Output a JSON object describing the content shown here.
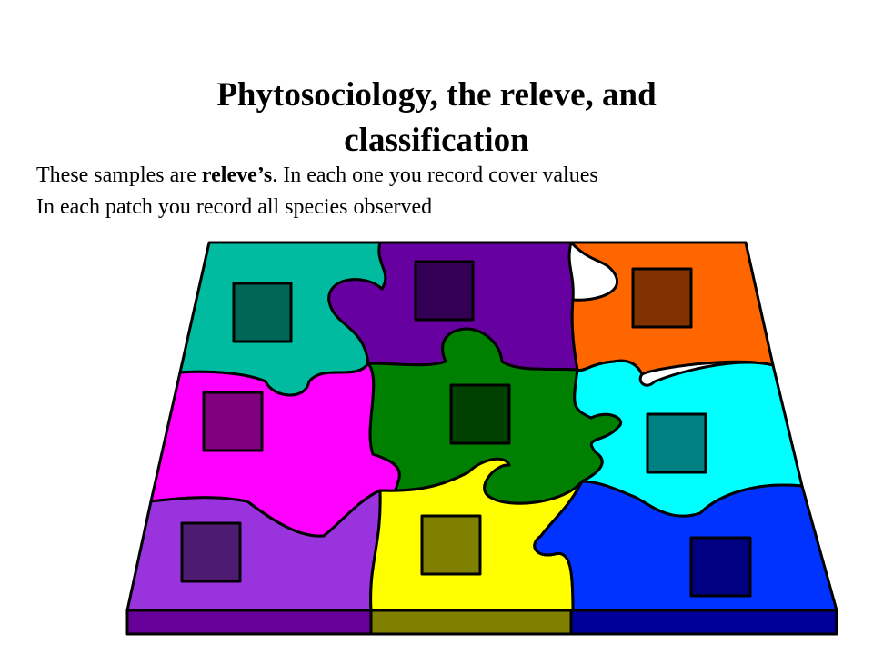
{
  "slide": {
    "title_line1": "Phytosociology, the releve, and",
    "title_line2": "classification",
    "line1_before": "These samples are ",
    "line1_bold": "releve’s",
    "line1_after": ". In each one you record cover values",
    "line2": "In each patch you record all species observed"
  },
  "colors": {
    "teal": "#00BB9F",
    "purple": "#6600A0",
    "orange": "#FF6600",
    "magenta": "#FF00FF",
    "green": "#008000",
    "cyan": "#00FFFF",
    "lavender": "#9933DD",
    "yellow": "#FFFF00",
    "blue": "#0033FF",
    "sample_teal": "#006655",
    "sample_purple": "#330055",
    "sample_brown": "#803300",
    "sample_magenta": "#800080",
    "sample_green": "#004000",
    "sample_cyan": "#008080",
    "sample_lavender": "#4D1C70",
    "sample_olive": "#808000",
    "sample_navy": "#000080",
    "edge_purple": "#660099",
    "edge_olive": "#808000",
    "edge_navy": "#000099"
  }
}
